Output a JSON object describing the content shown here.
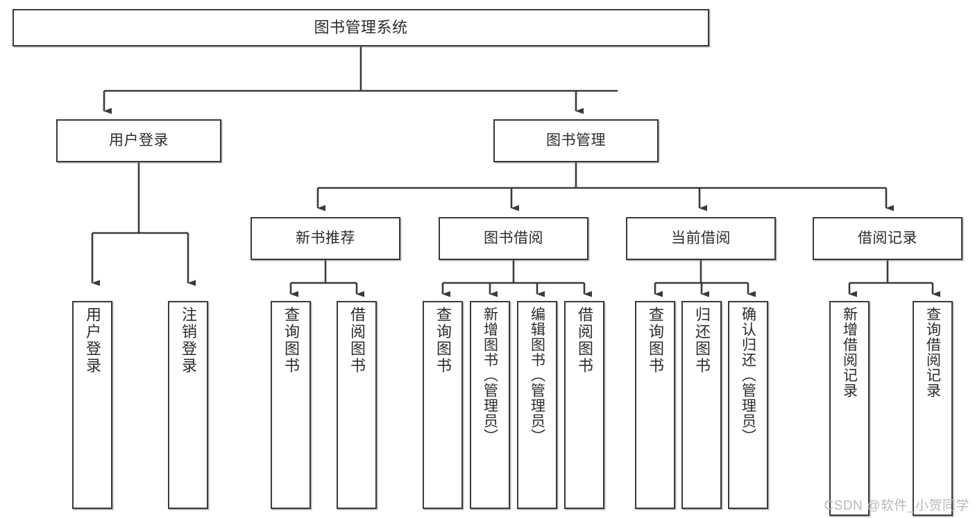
{
  "diagram": {
    "type": "tree-hierarchy-functional-decomposition",
    "title": "图书管理系统",
    "watermark": "CSDN @软件_小贺同学",
    "colors": {
      "node_border": "#3a3a3a",
      "node_fill": "#ffffff",
      "edge": "#3a3a3a",
      "text": "#2b2b2b",
      "watermark": "#b9b9b9"
    },
    "levels": {
      "level1": "系统",
      "level2": "模块",
      "level3": "子模块",
      "level4": "功能"
    },
    "nodes": {
      "root": {
        "label": "图书管理系统",
        "orientation": "horizontal"
      },
      "user_login": {
        "label": "用户登录",
        "orientation": "horizontal"
      },
      "book_manage": {
        "label": "图书管理",
        "orientation": "horizontal"
      },
      "new_book_rec": {
        "label": "新书推荐",
        "orientation": "horizontal"
      },
      "book_borrow": {
        "label": "图书借阅",
        "orientation": "horizontal"
      },
      "current_borrow": {
        "label": "当前借阅",
        "orientation": "horizontal"
      },
      "borrow_record": {
        "label": "借阅记录",
        "orientation": "horizontal"
      },
      "leaf_user_login": {
        "label": "用户登录",
        "orientation": "vertical"
      },
      "leaf_user_logout": {
        "label": "注销登录",
        "orientation": "vertical"
      },
      "leaf_query_book_1": {
        "label": "查询图书",
        "orientation": "vertical"
      },
      "leaf_borrow_book_1": {
        "label": "借阅图书",
        "orientation": "vertical"
      },
      "leaf_query_book_2": {
        "label": "查询图书",
        "orientation": "vertical"
      },
      "leaf_add_book": {
        "label": "新增图书（管理员）",
        "orientation": "vertical"
      },
      "leaf_edit_book": {
        "label": "编辑图书（管理员）",
        "orientation": "vertical"
      },
      "leaf_borrow_book_2": {
        "label": "借阅图书",
        "orientation": "vertical"
      },
      "leaf_query_book_3": {
        "label": "查询图书",
        "orientation": "vertical"
      },
      "leaf_return_book": {
        "label": "归还图书",
        "orientation": "vertical"
      },
      "leaf_confirm_return": {
        "label": "确认归还（管理员）",
        "orientation": "vertical"
      },
      "leaf_add_record": {
        "label": "新增借阅记录",
        "orientation": "vertical"
      },
      "leaf_query_record": {
        "label": "查询借阅记录",
        "orientation": "vertical"
      }
    },
    "edges": [
      {
        "from": "root",
        "to": "user_login"
      },
      {
        "from": "root",
        "to": "book_manage"
      },
      {
        "from": "user_login",
        "to": "leaf_user_login"
      },
      {
        "from": "user_login",
        "to": "leaf_user_logout"
      },
      {
        "from": "book_manage",
        "to": "new_book_rec"
      },
      {
        "from": "book_manage",
        "to": "book_borrow"
      },
      {
        "from": "book_manage",
        "to": "current_borrow"
      },
      {
        "from": "book_manage",
        "to": "borrow_record"
      },
      {
        "from": "new_book_rec",
        "to": "leaf_query_book_1"
      },
      {
        "from": "new_book_rec",
        "to": "leaf_borrow_book_1"
      },
      {
        "from": "book_borrow",
        "to": "leaf_query_book_2"
      },
      {
        "from": "book_borrow",
        "to": "leaf_add_book"
      },
      {
        "from": "book_borrow",
        "to": "leaf_edit_book"
      },
      {
        "from": "book_borrow",
        "to": "leaf_borrow_book_2"
      },
      {
        "from": "current_borrow",
        "to": "leaf_query_book_3"
      },
      {
        "from": "current_borrow",
        "to": "leaf_return_book"
      },
      {
        "from": "current_borrow",
        "to": "leaf_confirm_return"
      },
      {
        "from": "borrow_record",
        "to": "leaf_add_record"
      },
      {
        "from": "borrow_record",
        "to": "leaf_query_record"
      }
    ]
  }
}
